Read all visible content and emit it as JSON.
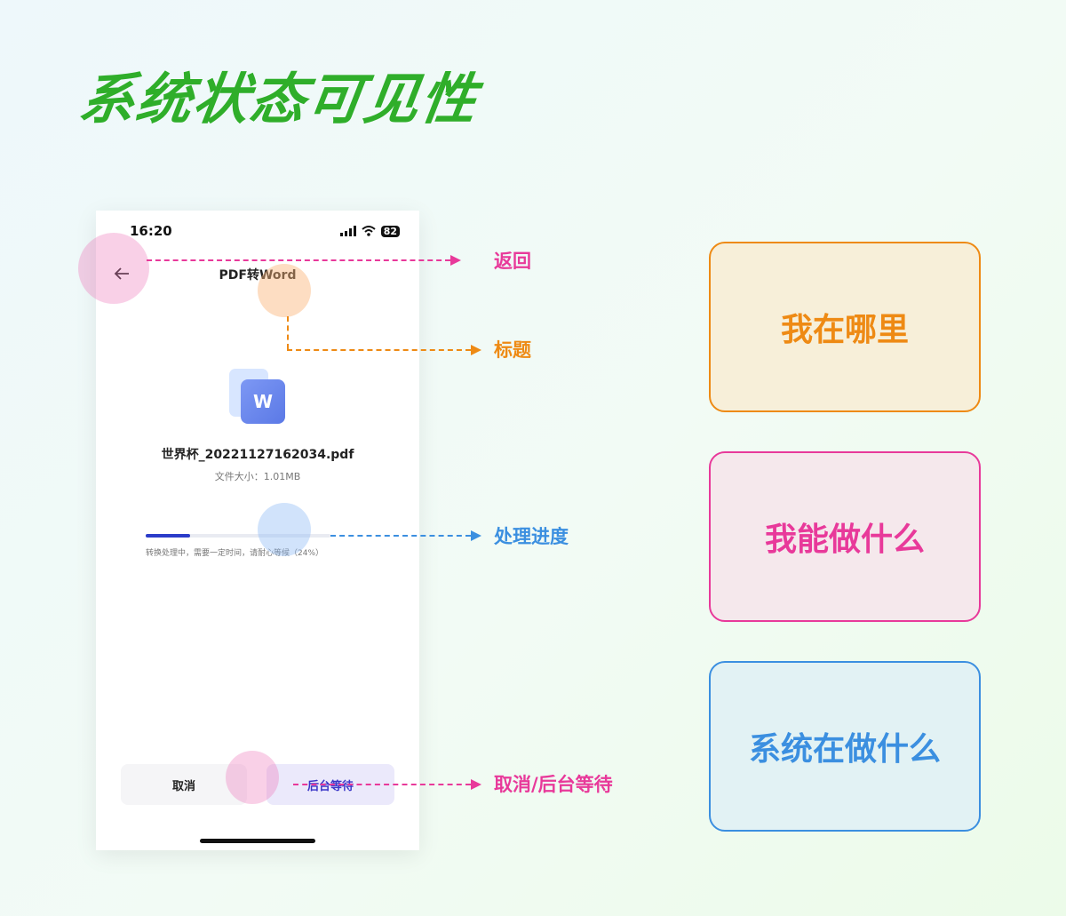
{
  "heading": "系统状态可见性",
  "phone": {
    "status_time": "16:20",
    "battery": "82",
    "nav_title": "PDF转Word",
    "file_icon_letter": "W",
    "file_name": "世界杯_20221127162034.pdf",
    "file_size": "文件大小：1.01MB",
    "progress_text": "转换处理中，需要一定时间，请耐心等候（24%）",
    "progress_fraction": 0.24,
    "cancel_label": "取消",
    "background_wait_label": "后台等待"
  },
  "annotations": {
    "back": "返回",
    "title": "标题",
    "progress": "处理进度",
    "buttons": "取消/后台等待"
  },
  "boxes": {
    "where": "我在哪里",
    "what_can_i_do": "我能做什么",
    "system_doing": "系统在做什么"
  },
  "colors": {
    "heading": "#2fae2a",
    "pink": "#e8399a",
    "orange": "#ee8a14",
    "blue": "#3b8fe0",
    "progress": "#2b3cc9"
  },
  "icons": [
    "back-arrow-icon",
    "signal-icon",
    "wifi-icon",
    "battery-icon",
    "word-file-icon"
  ]
}
